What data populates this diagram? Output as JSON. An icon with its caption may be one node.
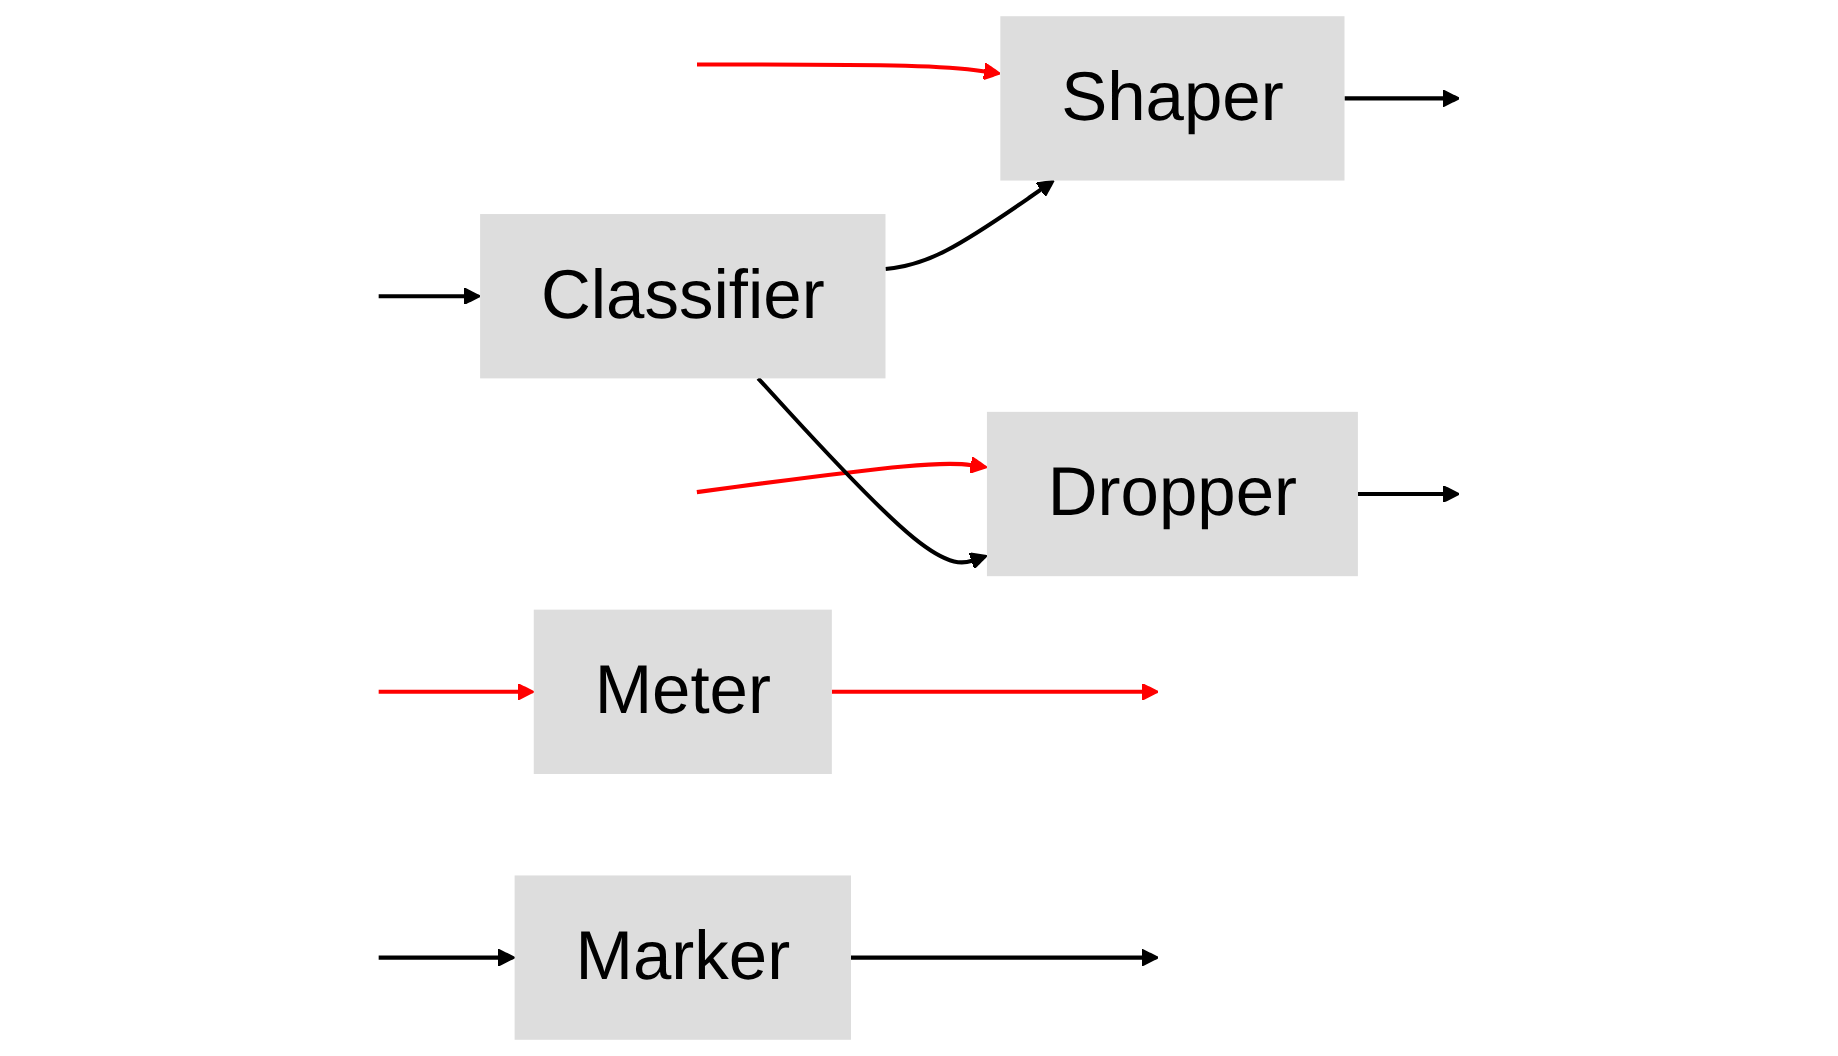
{
  "diagram": {
    "nodes": [
      {
        "text": [
          "Meter"
        ]
      },
      {
        "text": [
          "Classifier"
        ]
      },
      {
        "text": [
          "Shaper"
        ]
      },
      {
        "text": [
          "Dropper"
        ]
      },
      {
        "text": [
          "Marker"
        ]
      }
    ],
    "edges": [
      {
        "from": null,
        "to": 0,
        "arrow": "to",
        "color": "#ff0000"
      },
      {
        "from": 0,
        "to": null,
        "arrow": "to",
        "color": "#ff0000"
      },
      {
        "from": null,
        "to": 2,
        "arrow": "to",
        "color": "#ff0000"
      },
      {
        "from": null,
        "to": 1,
        "arrow": "to"
      },
      {
        "from": 1,
        "to": 2,
        "arrow": "to"
      },
      {
        "from": 2,
        "to": null,
        "arrow": "to"
      },
      {
        "from": null,
        "to": 3,
        "arrow": "to",
        "color": "#ff0000"
      },
      {
        "from": 1,
        "to": 3,
        "arrow": "to"
      },
      {
        "from": 3,
        "to": null,
        "arrow": "to"
      },
      {
        "from": null,
        "to": 4,
        "arrow": "to"
      },
      {
        "from": 4,
        "to": null,
        "arrow": "to"
      }
    ]
  }
}
